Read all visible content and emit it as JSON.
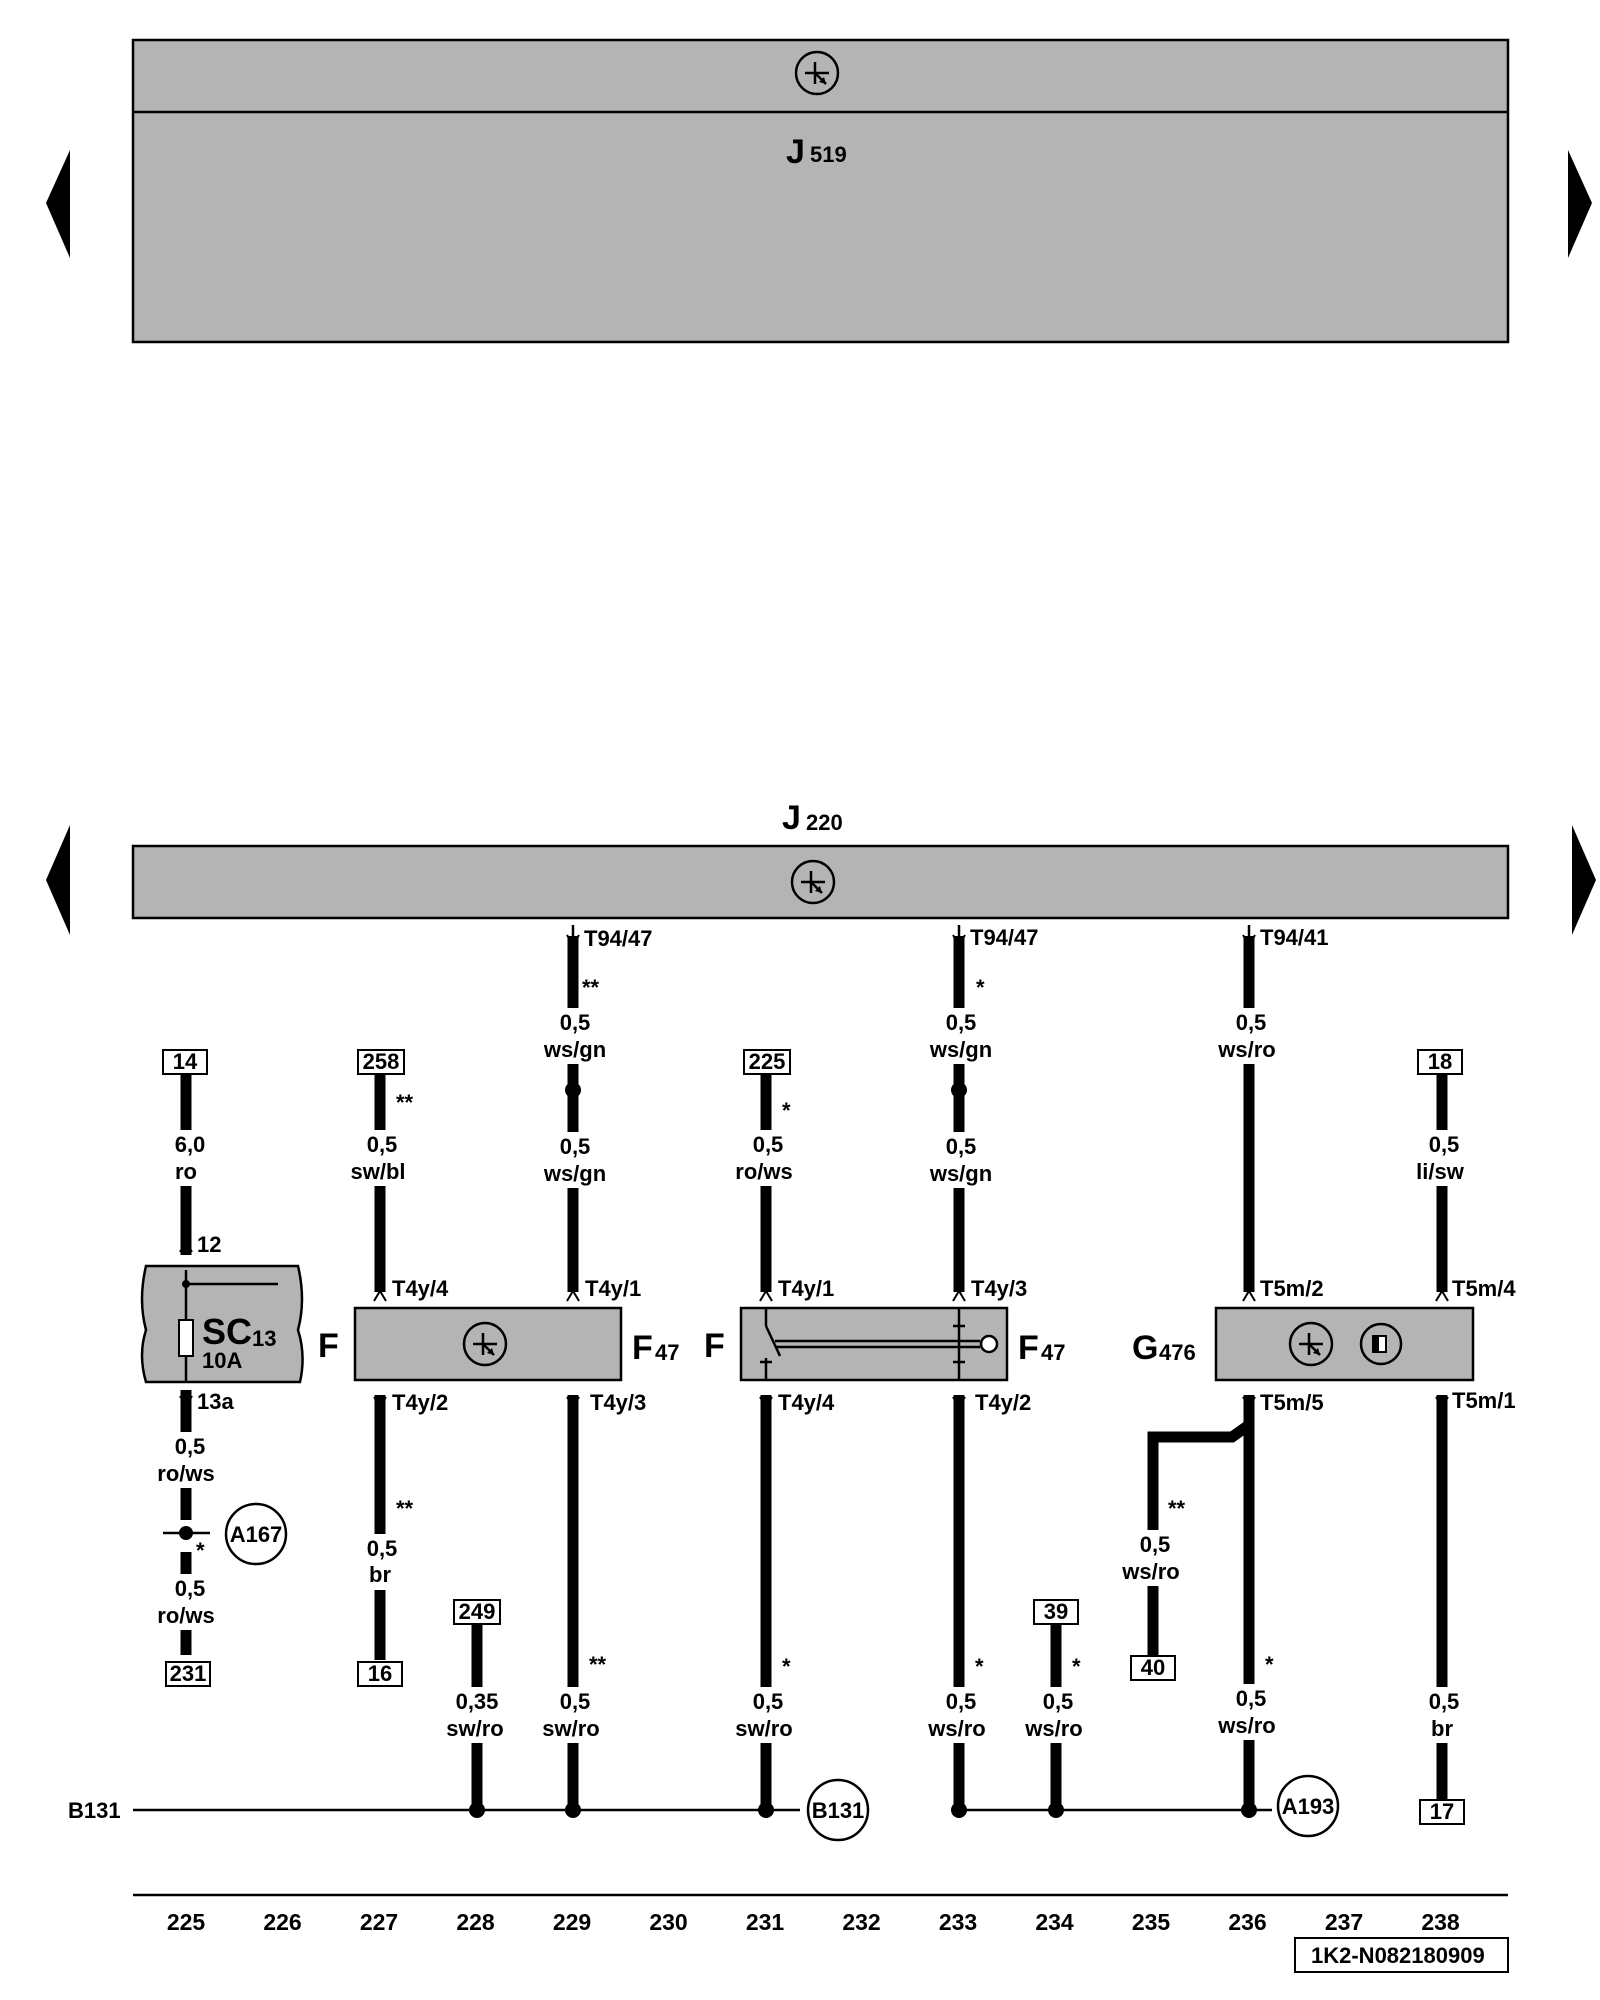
{
  "top_unit": {
    "letter": "J",
    "number": "519"
  },
  "bus_unit": {
    "letter": "J",
    "number": "220"
  },
  "connectors_bus": {
    "c229": "T94/47",
    "c233": "T94/47",
    "c236": "T94/41"
  },
  "wires": {
    "w225_top": {
      "size": "6,0",
      "color": "ro"
    },
    "w225_mid": {
      "size": "0,5",
      "color": "ro/ws"
    },
    "w225_bot": {
      "size": "0,5",
      "color": "ro/ws"
    },
    "w227_top": {
      "size": "0,5",
      "color": "sw/bl"
    },
    "w227_bot": {
      "size": "0,5",
      "color": "br"
    },
    "w228_bot": {
      "size": "0,35",
      "color": "sw/ro"
    },
    "w229_upper": {
      "size": "0,5",
      "color": "ws/gn"
    },
    "w229_lower": {
      "size": "0,5",
      "color": "ws/gn"
    },
    "w229_bot": {
      "size": "0,5",
      "color": "sw/ro"
    },
    "w231_top": {
      "size": "0,5",
      "color": "ro/ws"
    },
    "w231_bot": {
      "size": "0,5",
      "color": "sw/ro"
    },
    "w233_upper": {
      "size": "0,5",
      "color": "ws/gn"
    },
    "w233_lower": {
      "size": "0,5",
      "color": "ws/gn"
    },
    "w233_bot": {
      "size": "0,5",
      "color": "ws/ro"
    },
    "w234_bot": {
      "size": "0,5",
      "color": "ws/ro"
    },
    "w235_bot": {
      "size": "0,5",
      "color": "ws/ro"
    },
    "w236_top": {
      "size": "0,5",
      "color": "ws/ro"
    },
    "w236_bot": {
      "size": "0,5",
      "color": "ws/ro"
    },
    "w238_top": {
      "size": "0,5",
      "color": "li/sw"
    },
    "w238_bot": {
      "size": "0,5",
      "color": "br"
    }
  },
  "ref_boxes": {
    "r14": "14",
    "r258": "258",
    "r225": "225",
    "r18": "18",
    "r231": "231",
    "r16": "16",
    "r249": "249",
    "r39": "39",
    "r40": "40",
    "r17": "17"
  },
  "fuse": {
    "name": "SC",
    "number": "13",
    "rating": "10A",
    "pin_in": "12",
    "pin_out": "13a"
  },
  "comp_left": {
    "prefix": "F",
    "name": "F",
    "number": "47",
    "pin_tl": "T4y/4",
    "pin_tr": "T4y/1",
    "pin_bl": "T4y/2",
    "pin_br": "T4y/3"
  },
  "comp_mid": {
    "prefix": "F",
    "name": "F",
    "number": "47",
    "pin_tl": "T4y/1",
    "pin_tr": "T4y/3",
    "pin_bl": "T4y/4",
    "pin_br": "T4y/2"
  },
  "comp_right": {
    "name": "G",
    "number": "476",
    "pin_tl": "T5m/2",
    "pin_tr": "T5m/4",
    "pin_bl": "T5m/5",
    "pin_br": "T5m/1"
  },
  "marks": {
    "single": "*",
    "double": "**"
  },
  "ground": {
    "label": "B131"
  },
  "circles": {
    "a167": "A167",
    "b131": "B131",
    "a193": "A193"
  },
  "columns": [
    "225",
    "226",
    "227",
    "228",
    "229",
    "230",
    "231",
    "232",
    "233",
    "234",
    "235",
    "236",
    "237",
    "238"
  ],
  "doc_id": "1K2-N082180909"
}
